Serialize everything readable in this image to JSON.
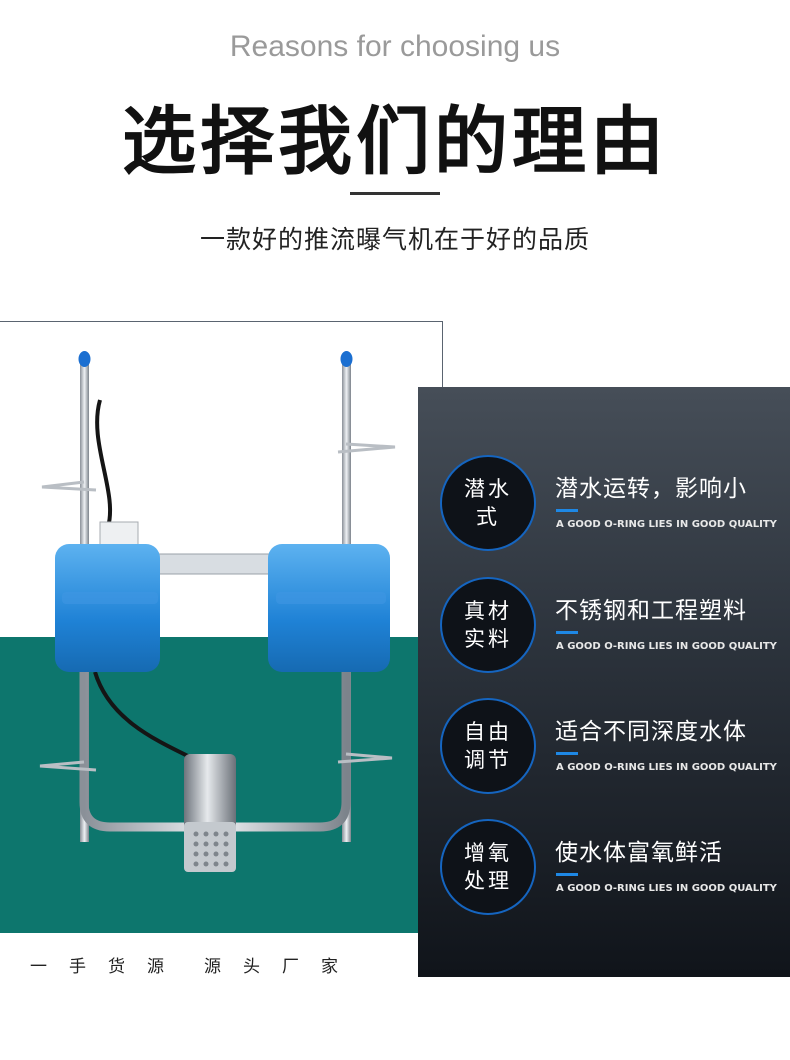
{
  "header": {
    "subtitle_en": "Reasons for choosing us",
    "title_cn": "选择我们的理由",
    "tagline": "一款好的推流曝气机在于好的品质"
  },
  "footer": {
    "slogan_part1": "一手货源",
    "slogan_part2": "源头厂家"
  },
  "features": [
    {
      "badge_line1": "潜水",
      "badge_line2": "式",
      "title": "潜水运转，影响小",
      "subtitle": "A GOOD O-RING LIES IN GOOD QUALITY"
    },
    {
      "badge_line1": "真材",
      "badge_line2": "实料",
      "title": "不锈钢和工程塑料",
      "subtitle": "A GOOD O-RING LIES IN GOOD QUALITY"
    },
    {
      "badge_line1": "自由",
      "badge_line2": "调节",
      "title": "适合不同深度水体",
      "subtitle": "A GOOD O-RING LIES IN GOOD QUALITY"
    },
    {
      "badge_line1": "增氧",
      "badge_line2": "处理",
      "title": "使水体富氧鲜活",
      "subtitle": "A GOOD O-RING LIES IN GOOD QUALITY"
    }
  ],
  "colors": {
    "accent_blue": "#1e88e5",
    "teal": "#0d766d",
    "dark_panel": "#2b323b"
  }
}
